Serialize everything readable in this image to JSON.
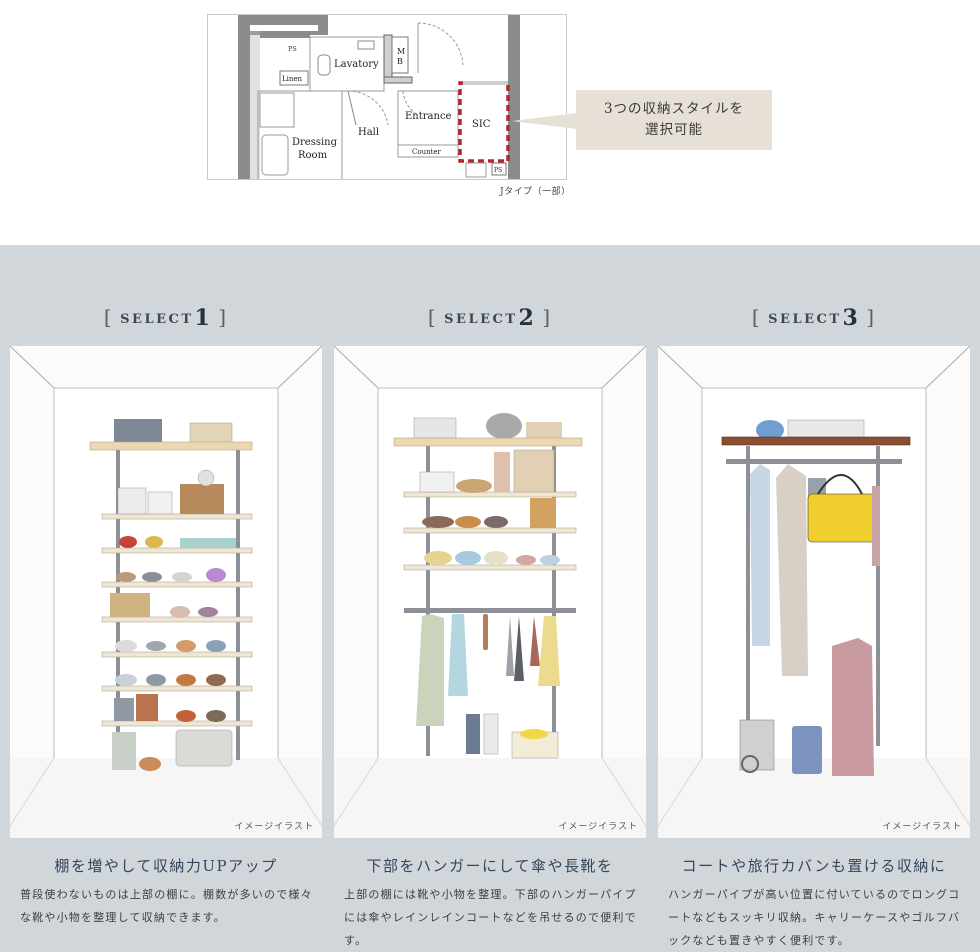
{
  "floor_plan": {
    "rooms": {
      "ps_top": "PS",
      "lavatory": "Lavatory",
      "mb_m": "M",
      "mb_b": "B",
      "linen": "Linen",
      "hall": "Hall",
      "entrance": "Entrance",
      "sic": "SIC",
      "dressing_1": "Dressing",
      "dressing_2": "Room",
      "counter": "Counter",
      "ps_bottom": "PS"
    },
    "caption": "Jタイプ（一部）",
    "highlight_color": "#b5262c"
  },
  "callout": {
    "line1": "3つの収納スタイルを",
    "line2": "選択可能"
  },
  "selects": [
    {
      "bracket_open": "[",
      "word": "SELECT",
      "number": "1",
      "bracket_close": "]",
      "image_caption": "イメージイラスト",
      "heading": "棚を増やして収納力UPアップ",
      "description": "普段使わないものは上部の棚に。棚数が多いので様々な靴や小物を整理して収納できます。"
    },
    {
      "bracket_open": "[",
      "word": "SELECT",
      "number": "2",
      "bracket_close": "]",
      "image_caption": "イメージイラスト",
      "heading": "下部をハンガーにして傘や長靴を",
      "description": "上部の棚には靴や小物を整理。下部のハンガーパイプには傘やレインレインコートなどを吊せるので便利です。"
    },
    {
      "bracket_open": "[",
      "word": "SELECT",
      "number": "3",
      "bracket_close": "]",
      "image_caption": "イメージイラスト",
      "heading": "コートや旅行カバンも置ける収納に",
      "description": "ハンガーパイプが高い位置に付いているのでロングコートなどもスッキリ収納。キャリーケースやゴルフバックなども置きやすく便利です。"
    }
  ],
  "colors": {
    "section_bg": "#d1d6db",
    "callout_bg": "#e7e0d7",
    "title_text": "#3a4856",
    "heading_text": "#34465a"
  }
}
